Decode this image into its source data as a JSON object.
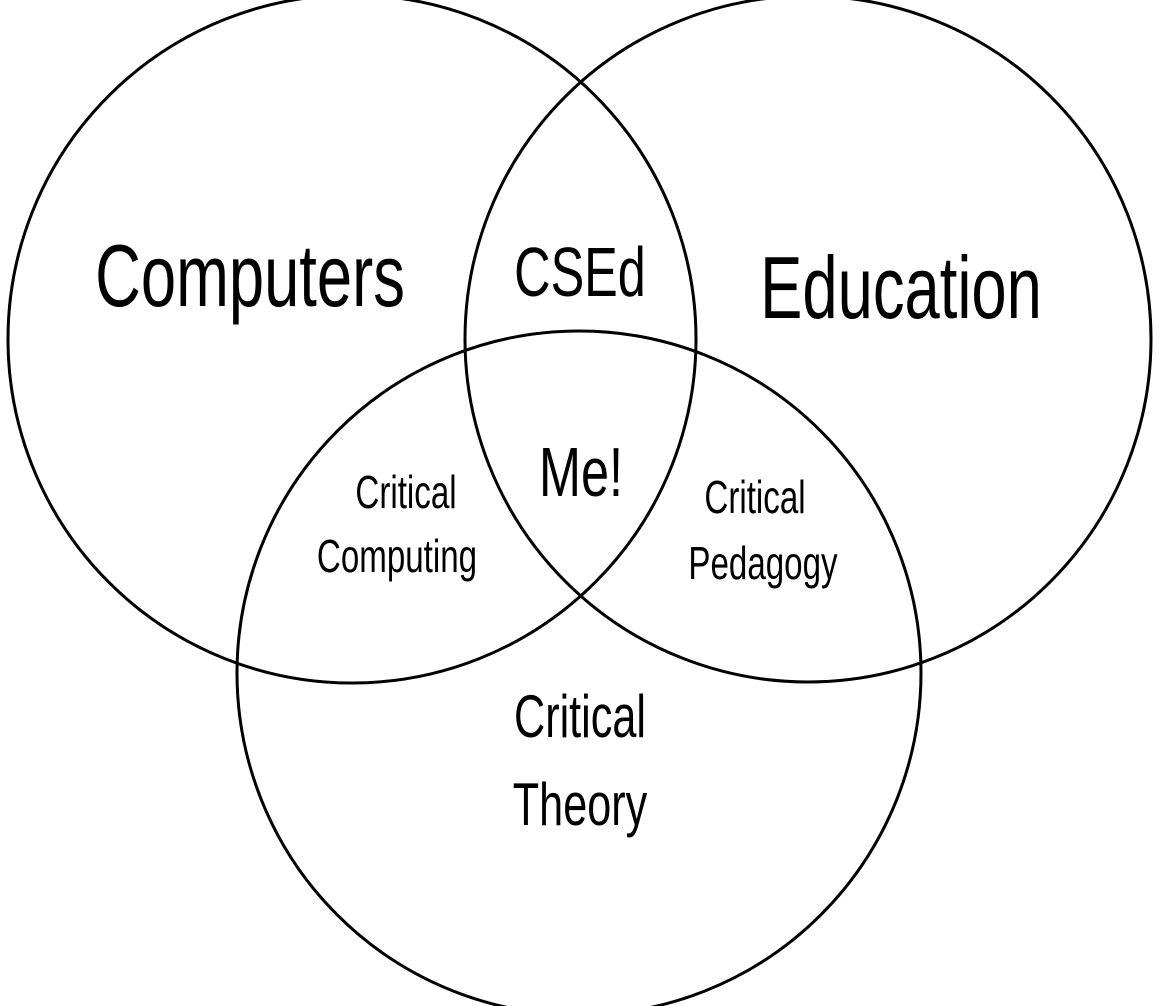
{
  "diagram": {
    "type": "venn",
    "sets": {
      "computers": "Computers",
      "education": "Education",
      "critical_theory": [
        "Critical",
        "Theory"
      ]
    },
    "intersections": {
      "computers_education": "CSEd",
      "computers_theory": [
        "Critical",
        "Computing"
      ],
      "education_theory": [
        "Critical",
        "Pedagogy"
      ],
      "all_three": "Me!"
    },
    "colors": {
      "stroke": "#000000",
      "text": "#000000",
      "background": "#ffffff"
    }
  }
}
